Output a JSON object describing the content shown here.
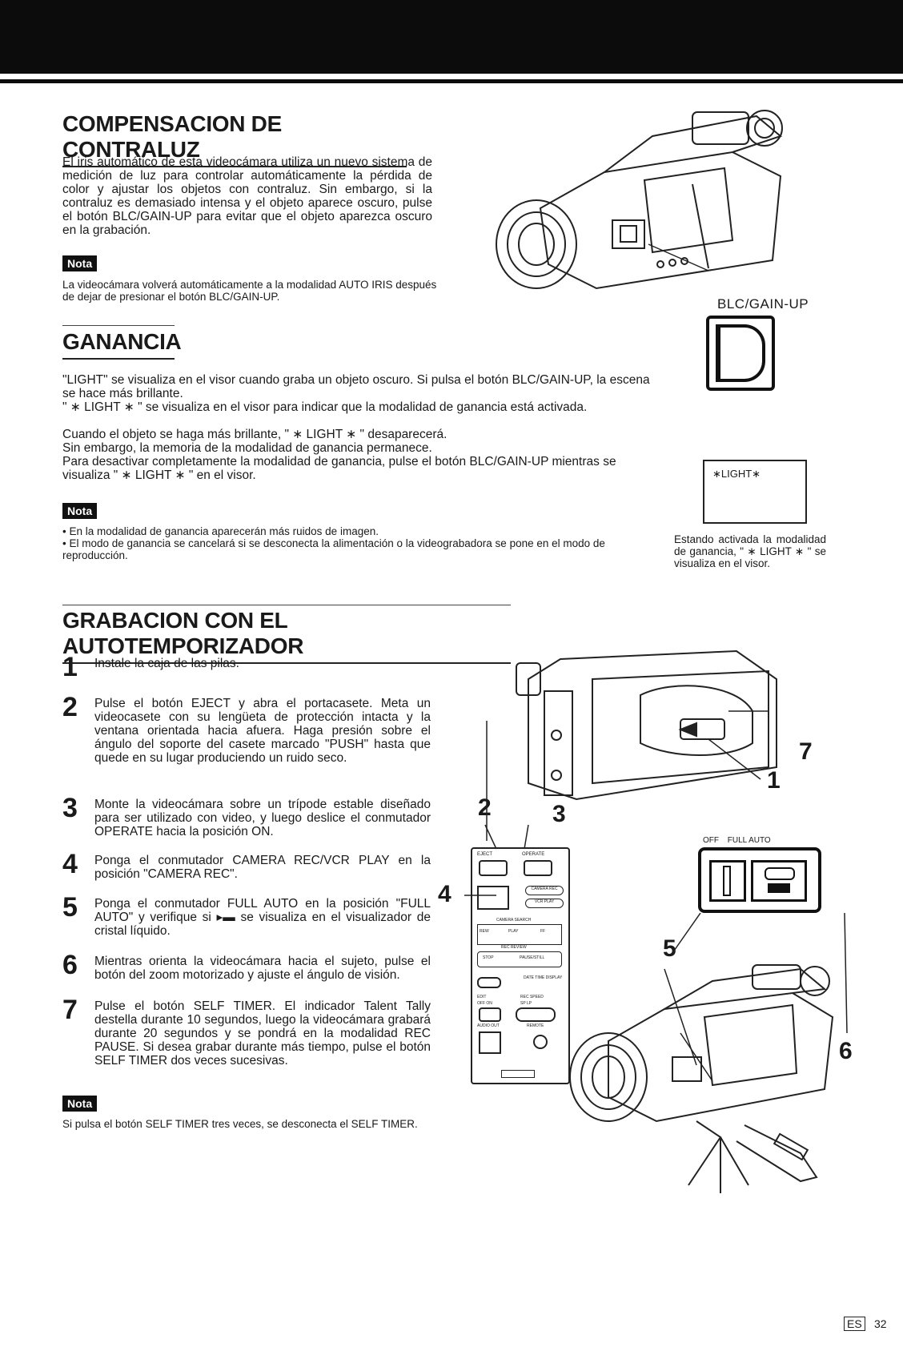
{
  "sections": {
    "backlight": {
      "title": "COMPENSACION DE CONTRALUZ",
      "text": "El iris automático de esta videocámara utiliza un nuevo sistema de medición de luz para controlar automáticamente la pérdida de color y ajustar los objetos con contraluz. Sin embargo, si la contraluz es demasiado intensa y el objeto aparece oscuro, pulse el botón BLC/GAIN-UP para evitar que el objeto aparezca oscuro en la grabación.",
      "nota_label": "Nota",
      "nota_text": "La videocámara volverá automáticamente a la modalidad AUTO IRIS después de dejar de presionar el botón BLC/GAIN-UP.",
      "figure_label": "BLC/GAIN-UP",
      "figure_symbol": "D"
    },
    "gain": {
      "title": "GANANCIA",
      "paragraph1": "\"LIGHT\" se visualiza en el visor cuando graba un objeto oscuro. Si pulsa el botón BLC/GAIN-UP, la escena se hace más brillante.",
      "paragraph2": "\" ∗ LIGHT ∗ \" se visualiza en el visor para indicar que la modalidad de ganancia está activada.",
      "paragraph3": "Cuando el objeto se haga más brillante, \" ∗ LIGHT ∗ \" desaparecerá.",
      "paragraph4": "Sin embargo, la memoria de la modalidad de ganancia permanece.",
      "paragraph5": "Para desactivar completamente la modalidad de ganancia, pulse el botón BLC/GAIN-UP mientras se visualiza \" ∗ LIGHT ∗ \" en el visor.",
      "nota_label": "Nota",
      "nota_items": [
        "• En la modalidad de ganancia aparecerán más ruidos de imagen.",
        "• El modo de ganancia se cancelará si se desconecta la alimentación o la videograbadora se pone en el modo de reproducción."
      ],
      "display_text": "∗LIGHT∗",
      "display_caption": "Estando activada la modalidad de ganancia, \" ∗ LIGHT ∗ \" se visualiza en el visor."
    },
    "selftimer": {
      "title": "GRABACION CON EL AUTOTEMPORIZADOR",
      "steps": [
        {
          "num": "1",
          "text": "Instale la caja de las pilas."
        },
        {
          "num": "2",
          "text": "Pulse el botón EJECT y abra el portacasete. Meta un videocasete con su lengüeta de protección intacta y la ventana orientada hacia afuera. Haga presión sobre el ángulo del soporte del casete marcado \"PUSH\" hasta que quede en su lugar produciendo un ruido seco."
        },
        {
          "num": "3",
          "text": "Monte la videocámara sobre un trípode estable diseñado para ser utilizado con video, y luego deslice el conmutador OPERATE hacia la posición ON."
        },
        {
          "num": "4",
          "text": "Ponga el conmutador CAMERA REC/VCR PLAY en la posición \"CAMERA REC\"."
        },
        {
          "num": "5",
          "text": "Ponga el conmutador FULL AUTO en la posición \"FULL AUTO\" y verifique si ▸▬ se visualiza en el visualizador de cristal líquido."
        },
        {
          "num": "6",
          "text": "Mientras orienta la videocámara hacia el sujeto, pulse el botón del zoom motorizado y ajuste el ángulo de visión."
        },
        {
          "num": "7",
          "text": "Pulse el botón SELF TIMER. El indicador Talent Tally destella durante 10 segundos, luego la videocámara grabará durante 20 segundos y se pondrá en la modalidad REC PAUSE. Si desea grabar durante más tiempo, pulse el botón SELF TIMER dos veces sucesivas."
        }
      ],
      "nota_label": "Nota",
      "nota_text": "Si pulsa el botón SELF TIMER tres veces, se desconecta el SELF TIMER.",
      "callouts": {
        "c1": "1",
        "c2": "2",
        "c3": "3",
        "c4": "4",
        "c5": "5",
        "c6": "6",
        "c7": "7"
      },
      "switch_labels": {
        "off": "OFF",
        "full_auto": "FULL AUTO"
      },
      "panel_labels": {
        "eject": "EJECT",
        "operate": "OPERATE",
        "camera_rec": "CAMERA REC",
        "vcr_play": "VCR PLAY",
        "camera_search": "CAMERA SEARCH",
        "rew": "REW",
        "play": "PLAY",
        "ff": "FF",
        "rec_review": "REC REVIEW",
        "stop": "STOP",
        "pause_still": "PAUSE/STILL",
        "date_time_display": "DATE TIME DISPLAY",
        "edit": "EDIT",
        "off_on": "OFF ON",
        "rec_speed": "REC SPEED",
        "sp_lp": "SP LP",
        "audio_out": "AUDIO OUT",
        "remote": "REMOTE"
      }
    }
  },
  "footer": {
    "lang": "ES",
    "page": "32"
  }
}
